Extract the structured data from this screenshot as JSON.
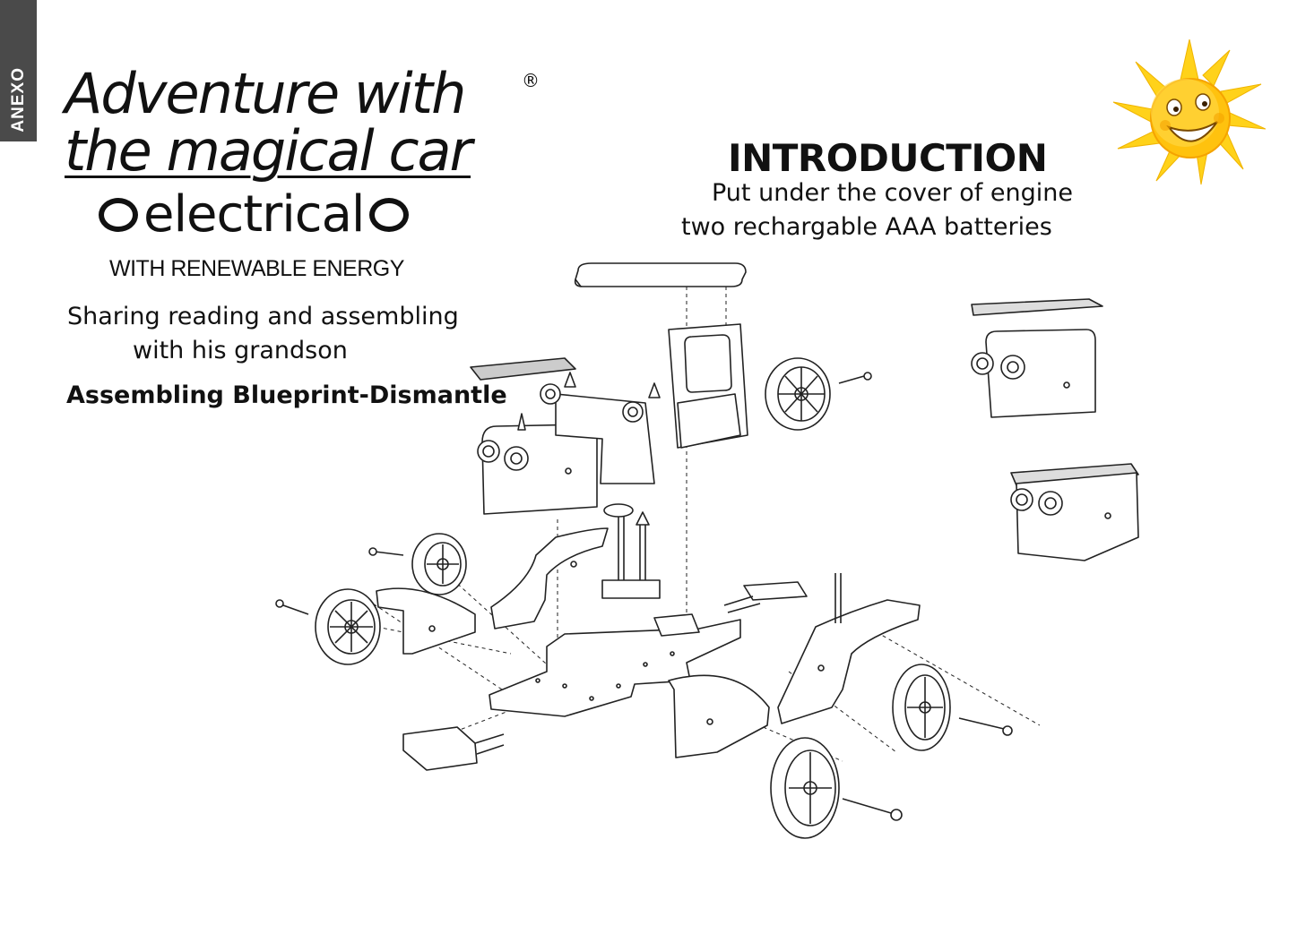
{
  "side_tab": {
    "label": "ANEXO"
  },
  "title": {
    "line1": "Adventure with",
    "line2": "the magical car",
    "registered_mark": "®",
    "electrical": "electrical",
    "subtitle": "WITH RENEWABLE ENERGY"
  },
  "description": {
    "line1": "Sharing reading and assembling",
    "line2": "with his grandson",
    "assembling": "Assembling Blueprint-Dismantle"
  },
  "introduction": {
    "heading": "INTRODUCTION",
    "line1": "Put under the cover of engine",
    "line2": "two rechargable AAA batteries"
  },
  "icons": {
    "sun": "smiling-sun-icon",
    "car": "exploded-car-blueprint"
  },
  "colors": {
    "tab_bg": "#4a4a4a",
    "sun_yellow": "#ffd21a",
    "sun_orange": "#f5a300",
    "line": "#222222"
  }
}
